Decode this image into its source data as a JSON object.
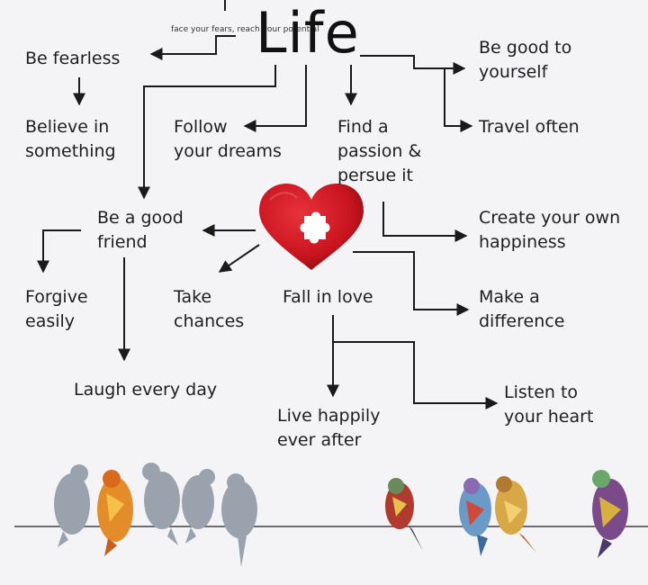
{
  "title": "Life",
  "tagline": "face your fears, reach your potential",
  "nodes": {
    "be_fearless": "Be fearless",
    "believe_1": "Believe in",
    "believe_2": "something",
    "follow_1": "Follow",
    "follow_2": "your dreams",
    "passion_1": "Find a",
    "passion_2": "passion &",
    "passion_3": "persue it",
    "good_to_1": "Be good to",
    "good_to_2": "yourself",
    "travel": "Travel often",
    "friend_1": "Be a good",
    "friend_2": "friend",
    "create_1": "Create your own",
    "create_2": "happiness",
    "forgive_1": "Forgive",
    "forgive_2": "easily",
    "chances_1": "Take",
    "chances_2": "chances",
    "fall_in_love": "Fall in love",
    "difference_1": "Make a",
    "difference_2": "difference",
    "laugh": "Laugh every day",
    "listen_1": "Listen to",
    "listen_2": "your heart",
    "happily_1": "Live happily",
    "happily_2": "ever after"
  },
  "icons": {
    "heart": "heart-with-puzzle-piece-icon",
    "birds": "birds-on-wire-illustration"
  },
  "colors": {
    "background": "#f4f4f6",
    "text": "#1e1e22",
    "heart_red": "#c8141e",
    "connector": "#1a1a1a"
  }
}
